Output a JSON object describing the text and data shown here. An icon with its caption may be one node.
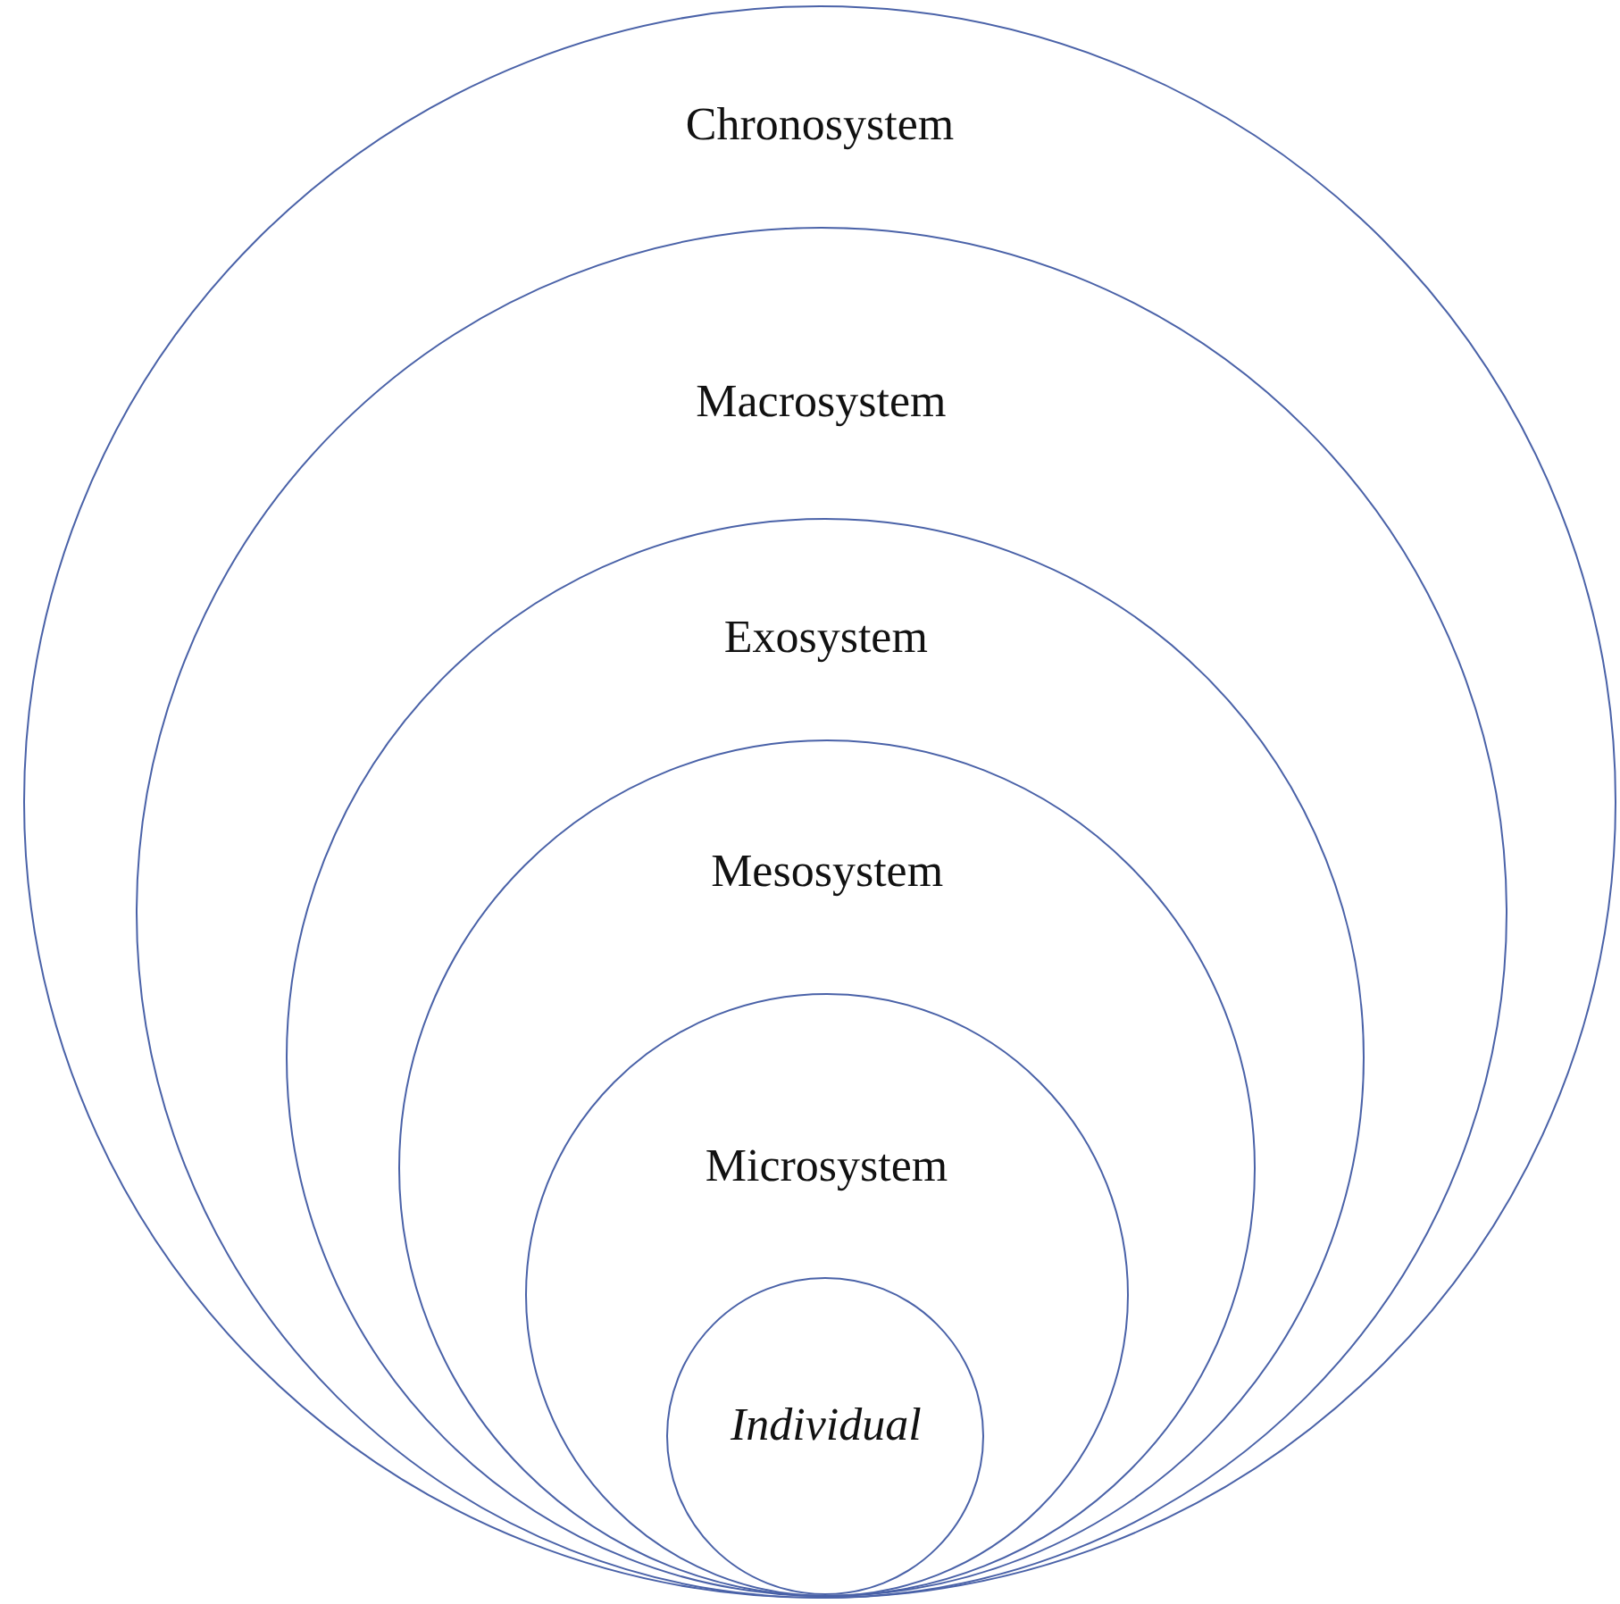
{
  "diagram": {
    "nodes": [
      {
        "text": [
          "Chronosystem"
        ]
      },
      {
        "text": [
          "Macrosystem"
        ],
        "in": 0
      },
      {
        "text": [
          "Exosystem"
        ],
        "in": 1
      },
      {
        "text": [
          "Mesosystem"
        ],
        "in": 2
      },
      {
        "text": [
          "Microsystem"
        ],
        "in": 3
      },
      {
        "text": [
          "Individual"
        ],
        "in": 4
      }
    ]
  }
}
